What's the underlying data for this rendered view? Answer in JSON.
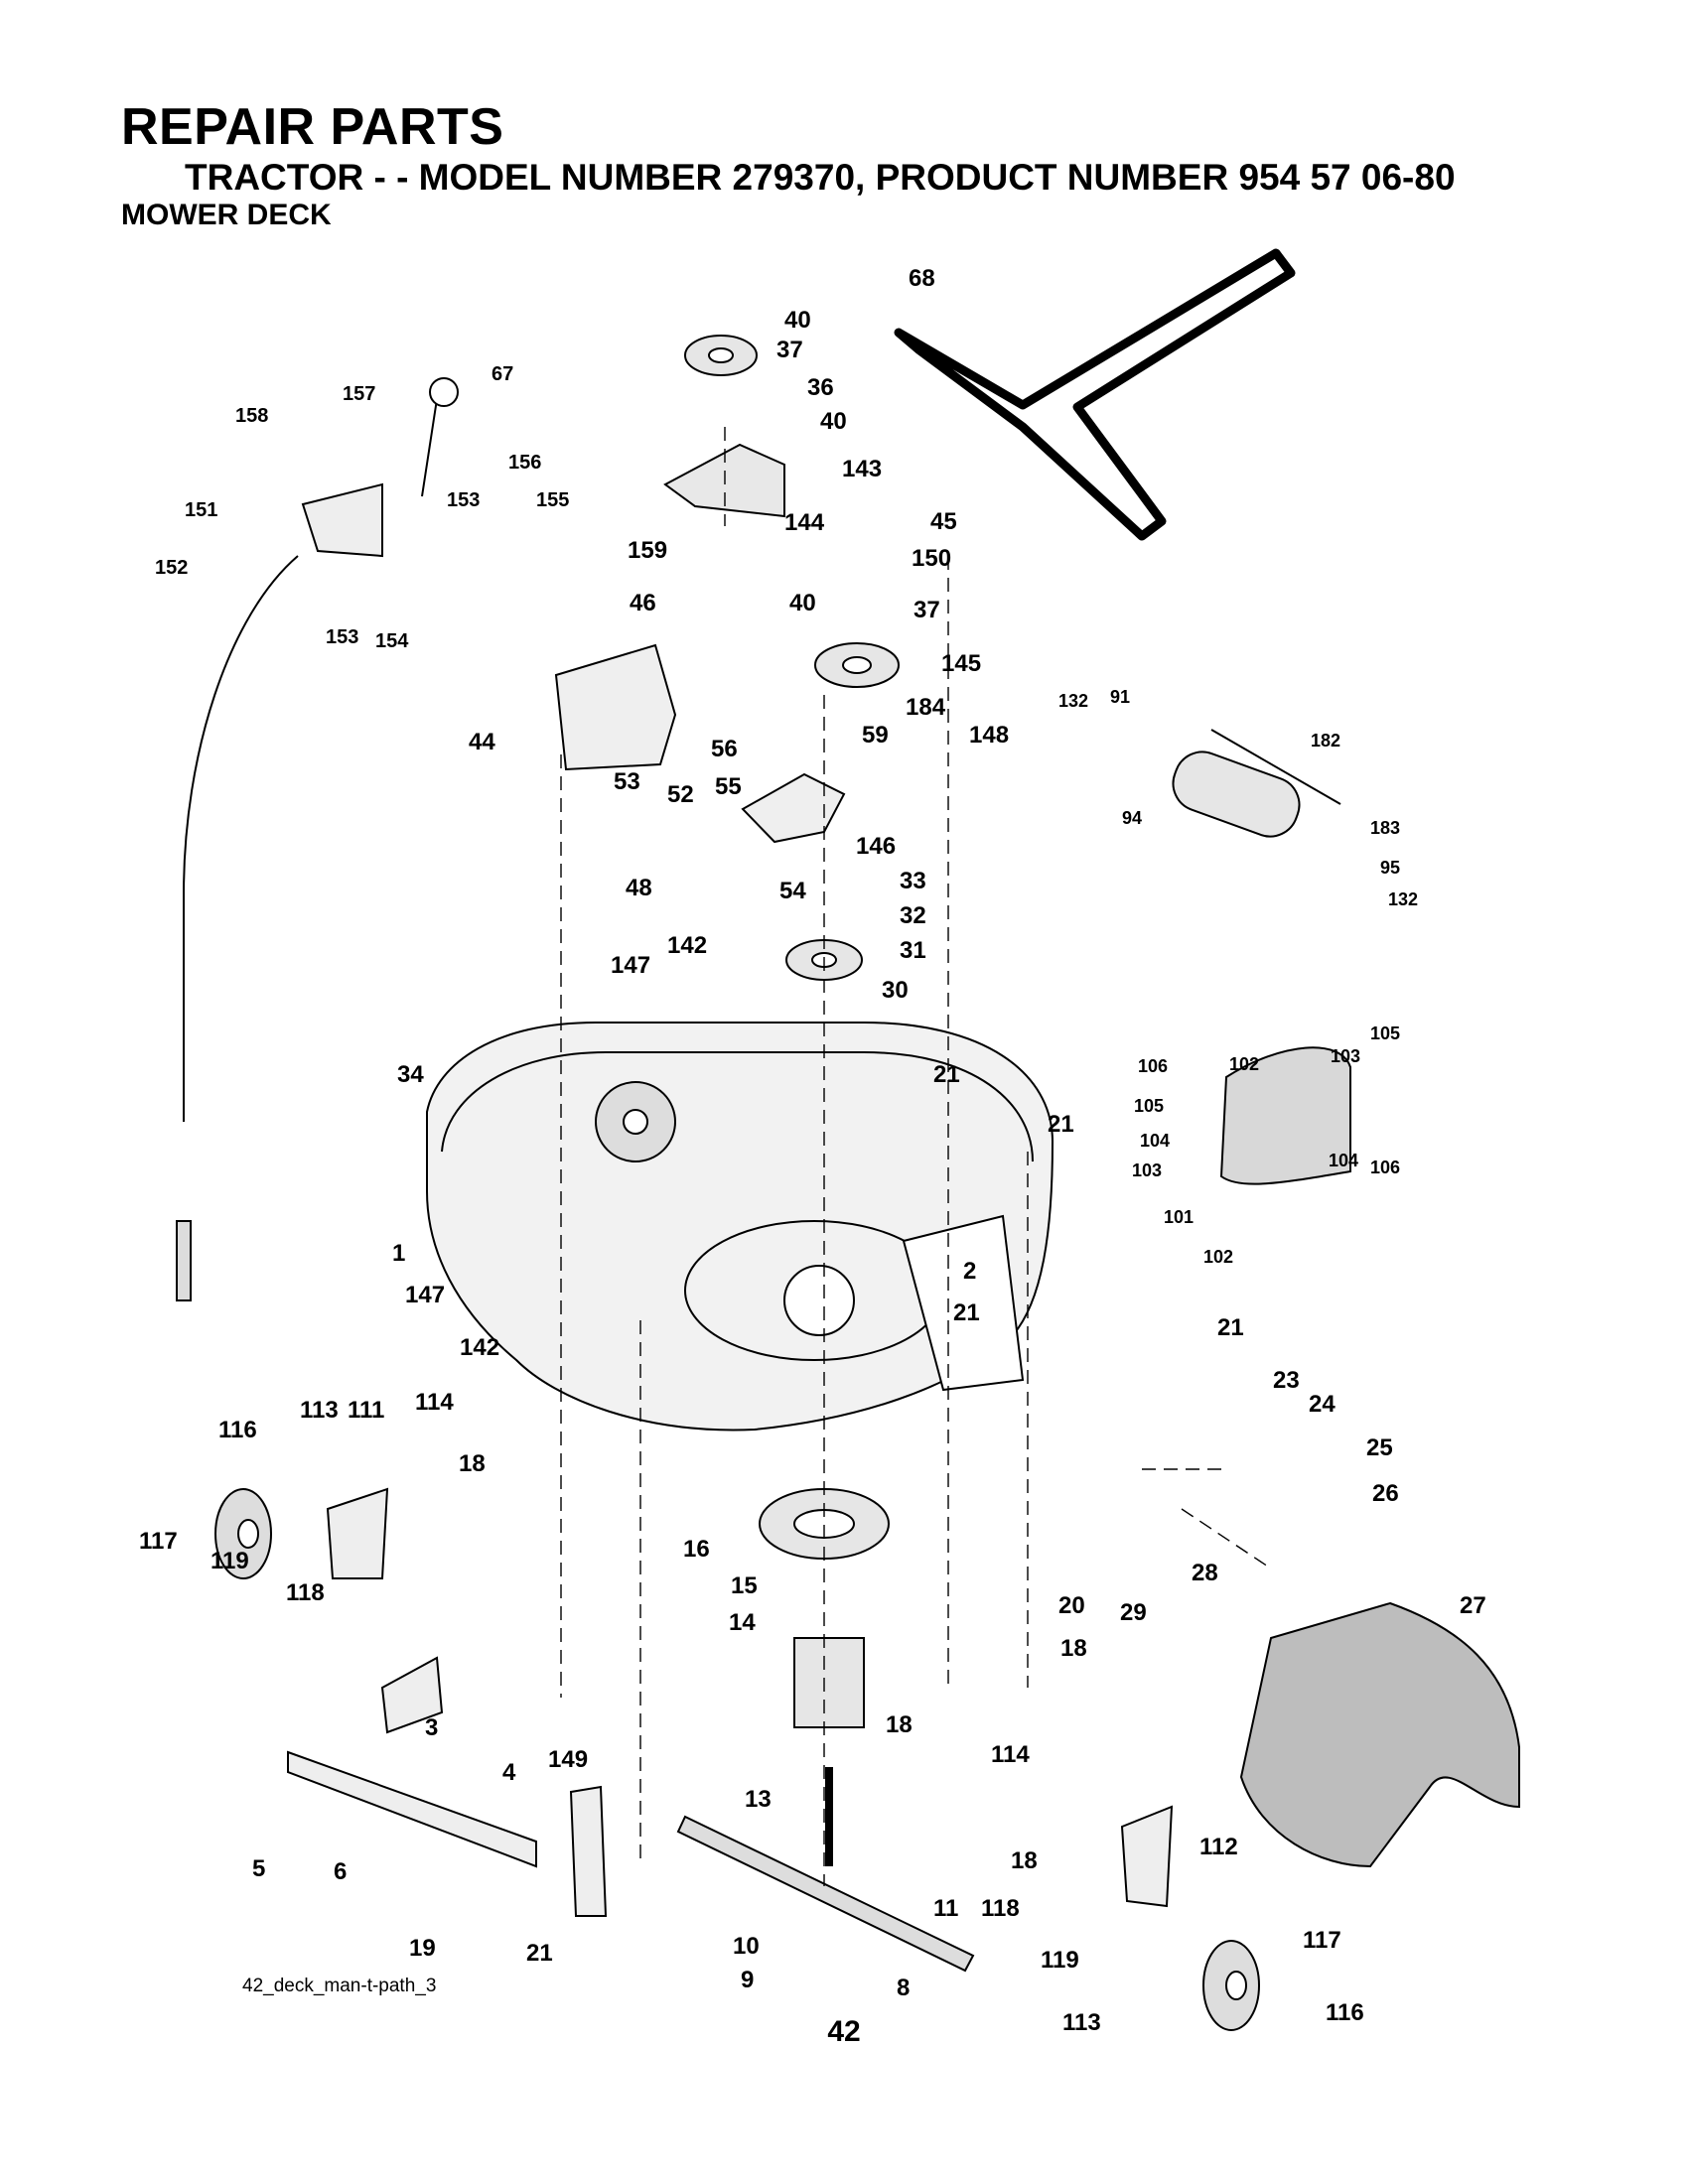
{
  "header": {
    "title": "REPAIR PARTS",
    "subtitle": "TRACTOR - - MODEL NUMBER 279370, PRODUCT NUMBER 954 57 06-80",
    "section": "MOWER DECK"
  },
  "figure_id": "42_deck_man-t-path_3",
  "page_number": "42",
  "part_labels": [
    "68",
    "40",
    "37",
    "36",
    "40",
    "143",
    "144",
    "67",
    "157",
    "158",
    "156",
    "151",
    "153",
    "155",
    "152",
    "153",
    "154",
    "159",
    "45",
    "150",
    "40",
    "37",
    "46",
    "145",
    "44",
    "184",
    "56",
    "59",
    "148",
    "53",
    "52",
    "55",
    "146",
    "48",
    "54",
    "33",
    "32",
    "147",
    "142",
    "31",
    "30",
    "132",
    "91",
    "182",
    "94",
    "183",
    "95",
    "132",
    "34",
    "21",
    "21",
    "106",
    "102",
    "103",
    "105",
    "105",
    "104",
    "103",
    "104",
    "106",
    "101",
    "102",
    "1",
    "2",
    "147",
    "21",
    "142",
    "21",
    "23",
    "24",
    "25",
    "26",
    "116",
    "113",
    "111",
    "114",
    "18",
    "117",
    "119",
    "118",
    "16",
    "15",
    "14",
    "20",
    "18",
    "28",
    "29",
    "27",
    "18",
    "3",
    "149",
    "4",
    "114",
    "13",
    "5",
    "6",
    "11",
    "18",
    "112",
    "118",
    "19",
    "21",
    "10",
    "9",
    "8",
    "117",
    "119",
    "113",
    "116"
  ]
}
